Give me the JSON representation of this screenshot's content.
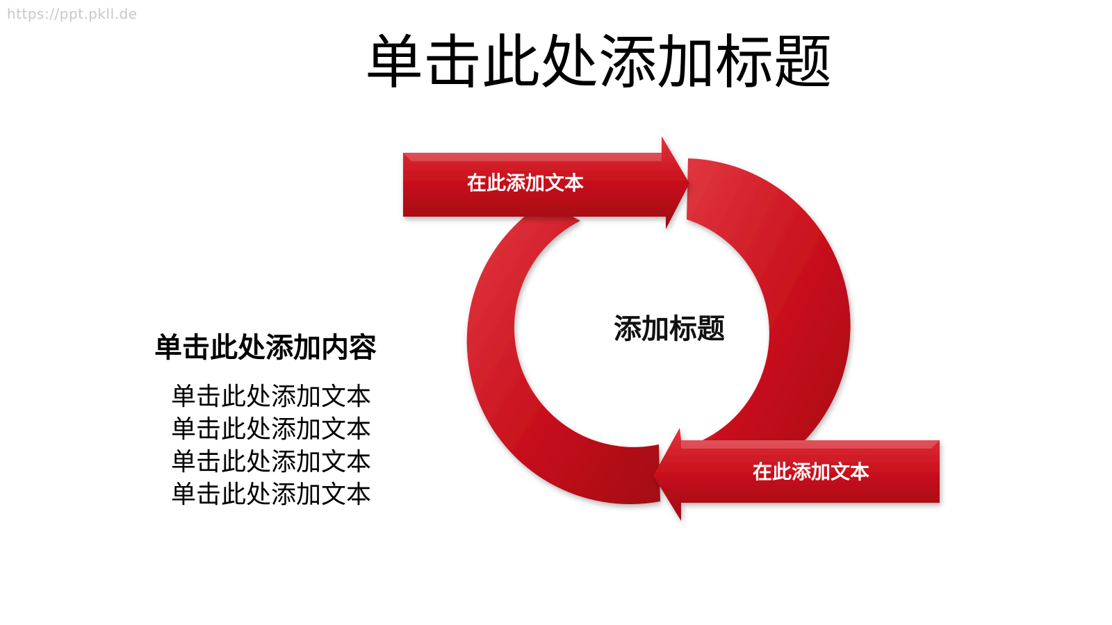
{
  "watermark": "https://ppt.pkll.de",
  "slide": {
    "title": "单击此处添加标题"
  },
  "content": {
    "heading": "单击此处添加内容",
    "items": [
      "单击此处添加文本",
      "单击此处添加文本",
      "单击此处添加文本",
      "单击此处添加文本"
    ]
  },
  "diagram": {
    "center_label": "添加标题",
    "top_arrow_label": "在此添加文本",
    "bottom_arrow_label": "在此添加文本",
    "colors": {
      "arrow_main": "#c8101c",
      "arrow_dark": "#8f0a12",
      "arrow_light": "#e23a42"
    }
  }
}
